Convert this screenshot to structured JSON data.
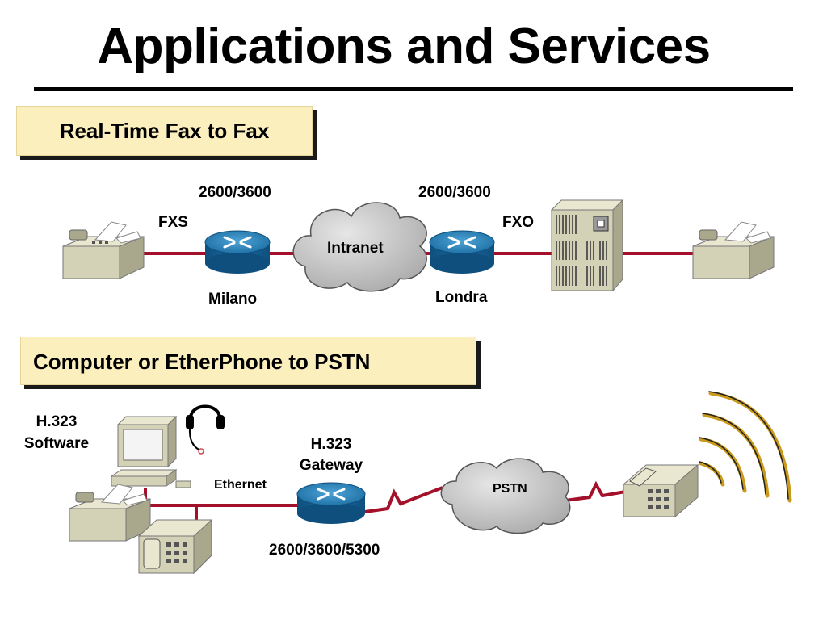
{
  "title": "Applications and Services",
  "section1": {
    "heading": "Real-Time Fax to Fax",
    "router_left_model": "2600/3600",
    "router_right_model": "2600/3600",
    "fxs": "FXS",
    "fxo": "FXO",
    "cloud": "Intranet",
    "router_left_name": "Milano",
    "router_right_name": "Londra"
  },
  "section2": {
    "heading": "Computer or  EtherPhone to PSTN",
    "software_line1": "H.323",
    "software_line2": "Software",
    "gateway_line1": "H.323",
    "gateway_line2": "Gateway",
    "ethernet": "Ethernet",
    "cloud": "PSTN",
    "gateway_model": "2600/3600/5300"
  },
  "colors": {
    "link": "#a3102a",
    "router": "#1d6fa3",
    "cloud": "#c9c9c9",
    "device": "#d4d2b6",
    "heading_box": "#fbefbe",
    "waves": "#c99a1c"
  }
}
